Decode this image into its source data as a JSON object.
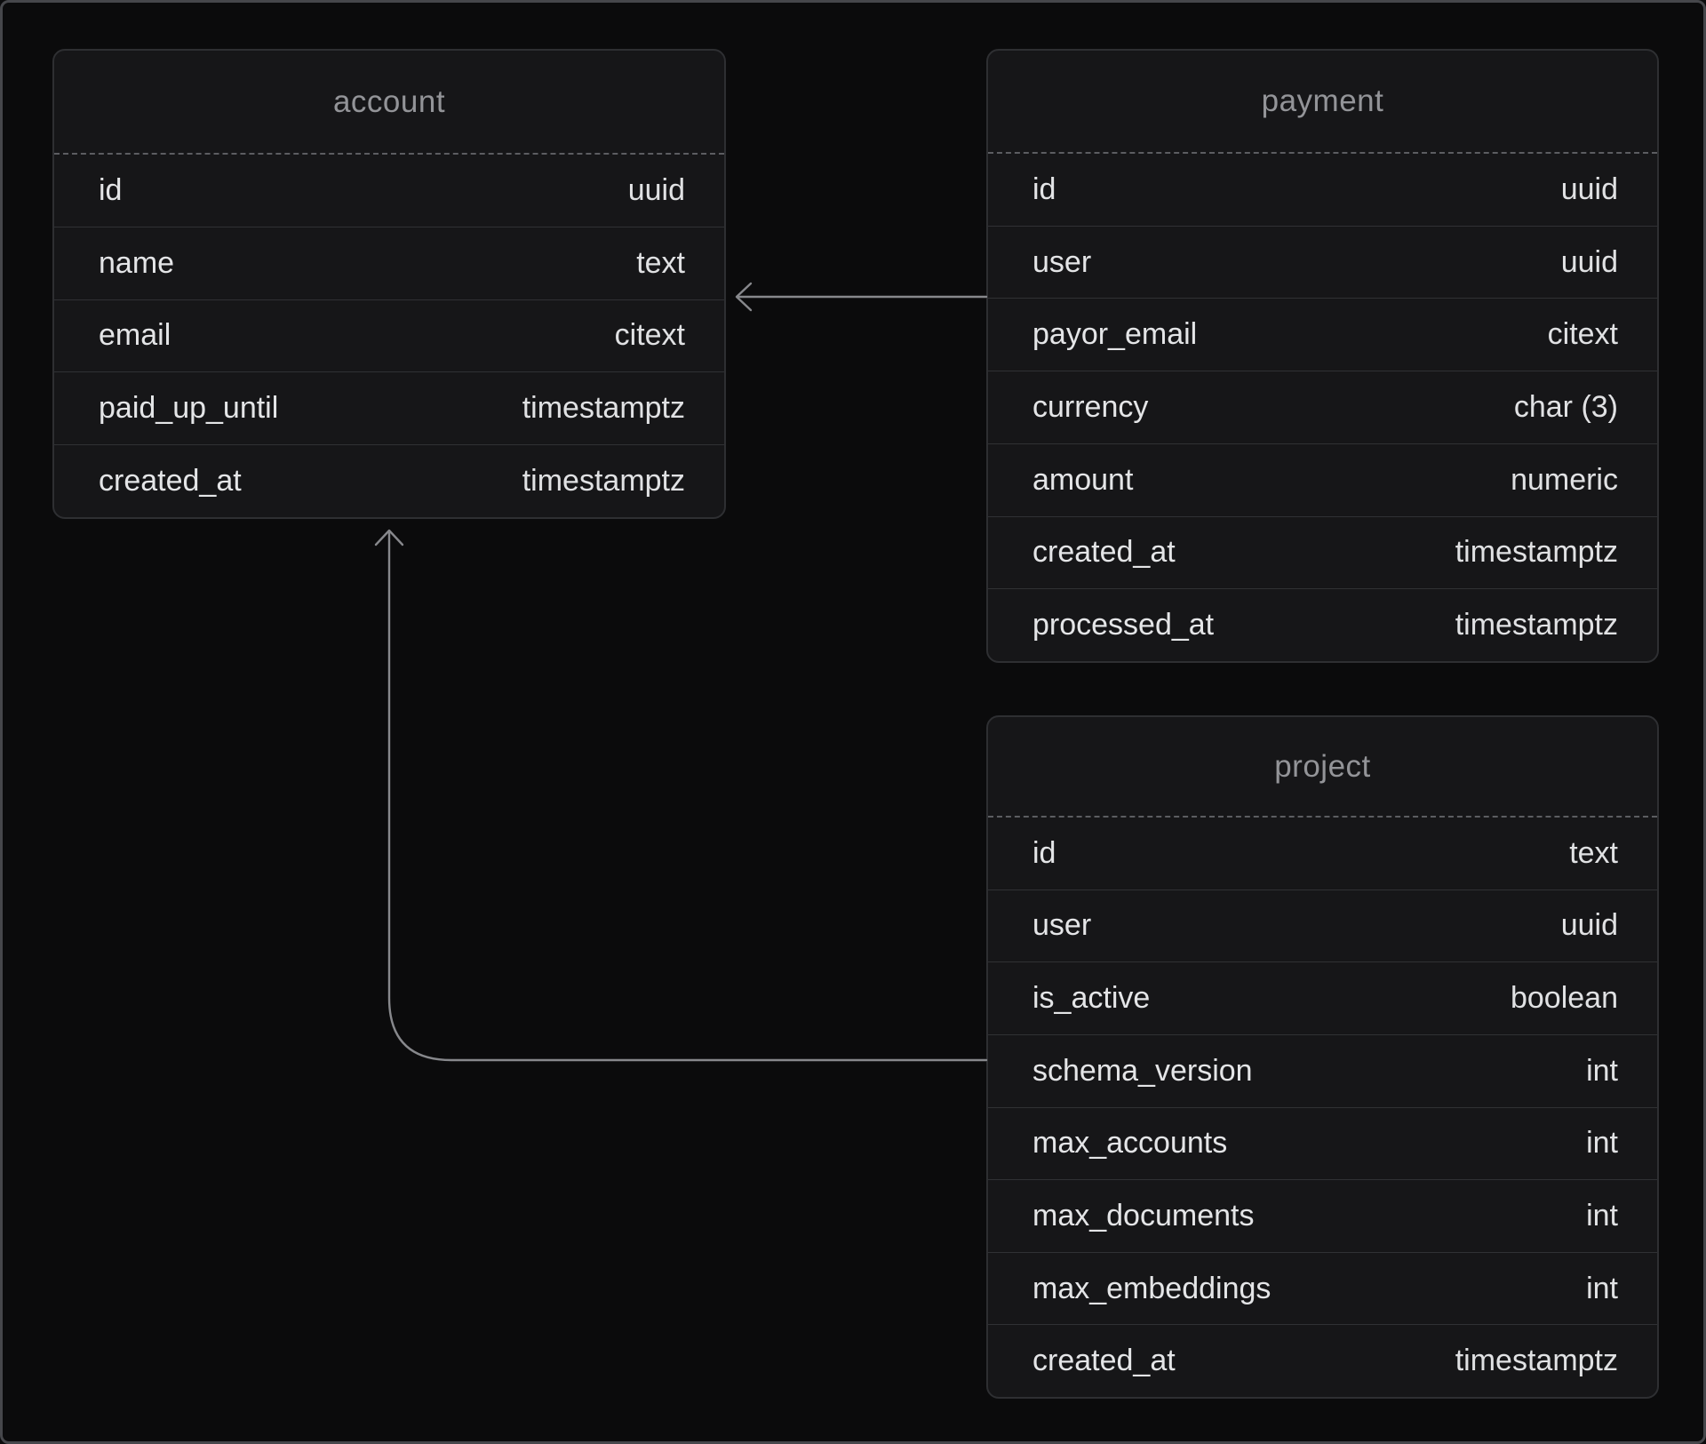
{
  "diagram": {
    "colors": {
      "canvas_background": "#0b0b0c",
      "frame_border": "#46474b",
      "table_background": "#161618",
      "table_border": "#2e2f32",
      "row_divider": "#303134",
      "header_divider_dashed": "#5c5d61",
      "table_title_text": "#939498",
      "field_text": "#e4e5e7",
      "relation_line": "#87888c"
    },
    "tables": [
      {
        "name": "account",
        "fields": [
          {
            "name": "id",
            "type": "uuid"
          },
          {
            "name": "name",
            "type": "text"
          },
          {
            "name": "email",
            "type": "citext"
          },
          {
            "name": "paid_up_until",
            "type": "timestamptz"
          },
          {
            "name": "created_at",
            "type": "timestamptz"
          }
        ]
      },
      {
        "name": "payment",
        "fields": [
          {
            "name": "id",
            "type": "uuid"
          },
          {
            "name": "user",
            "type": "uuid"
          },
          {
            "name": "payor_email",
            "type": "citext"
          },
          {
            "name": "currency",
            "type": "char (3)"
          },
          {
            "name": "amount",
            "type": "numeric"
          },
          {
            "name": "created_at",
            "type": "timestamptz"
          },
          {
            "name": "processed_at",
            "type": "timestamptz"
          }
        ]
      },
      {
        "name": "project",
        "fields": [
          {
            "name": "id",
            "type": "text"
          },
          {
            "name": "user",
            "type": "uuid"
          },
          {
            "name": "is_active",
            "type": "boolean"
          },
          {
            "name": "schema_version",
            "type": "int"
          },
          {
            "name": "max_accounts",
            "type": "int"
          },
          {
            "name": "max_documents",
            "type": "int"
          },
          {
            "name": "max_embeddings",
            "type": "int"
          },
          {
            "name": "created_at",
            "type": "timestamptz"
          }
        ]
      }
    ],
    "relations": [
      {
        "from_table": "payment",
        "to_table": "account"
      },
      {
        "from_table": "project",
        "to_table": "account"
      }
    ]
  }
}
